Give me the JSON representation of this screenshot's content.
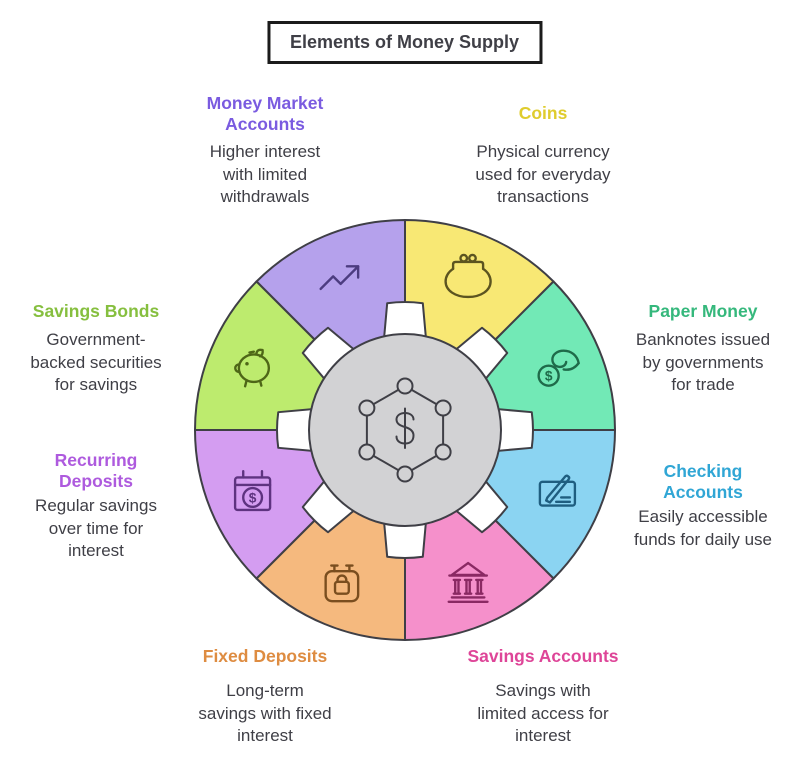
{
  "title": "Elements of Money Supply",
  "text_color": "#3f3f46",
  "outline_color": "#3f3f46",
  "center": {
    "icon": "dollar-network-icon",
    "symbol": "$",
    "fill_color": "#d2d2d4"
  },
  "segments": [
    {
      "id": "money-market-accounts",
      "label": "Money Market Accounts",
      "description": "Higher interest\nwith limited\nwithdrawals",
      "color": "#b5a1ec",
      "label_color": "#7a5be0",
      "icon_color": "#4c3c80",
      "icon": "trend-up-icon"
    },
    {
      "id": "coins",
      "label": "Coins",
      "description": "Physical currency\nused for everyday\ntransactions",
      "color": "#f8e874",
      "label_color": "#dfcc2d",
      "icon_color": "#5c5420",
      "icon": "coin-purse-icon"
    },
    {
      "id": "paper-money",
      "label": "Paper Money",
      "description": "Banknotes issued\nby governments\nfor trade",
      "color": "#72e9b6",
      "label_color": "#35b87c",
      "icon_color": "#1f6b4a",
      "icon": "hand-coin-icon"
    },
    {
      "id": "checking-accounts",
      "label": "Checking Accounts",
      "description": "Easily accessible\nfunds for daily use",
      "color": "#8bd4f2",
      "label_color": "#30a6d5",
      "icon_color": "#1f5e80",
      "icon": "cheque-pen-icon"
    },
    {
      "id": "savings-accounts",
      "label": "Savings Accounts",
      "description": "Savings with\nlimited access for\ninterest",
      "color": "#f590cb",
      "label_color": "#de4598",
      "icon_color": "#8a2963",
      "icon": "bank-icon"
    },
    {
      "id": "fixed-deposits",
      "label": "Fixed Deposits",
      "description": "Long-term\nsavings with fixed\ninterest",
      "color": "#f5b97e",
      "label_color": "#de8c41",
      "icon_color": "#7a4e1f",
      "icon": "safe-lock-icon"
    },
    {
      "id": "recurring-deposits",
      "label": "Recurring Deposits",
      "description": "Regular savings\nover time for\ninterest",
      "color": "#d49df1",
      "label_color": "#ae5ade",
      "icon_color": "#5e3380",
      "icon": "calendar-dollar-icon"
    },
    {
      "id": "savings-bonds",
      "label": "Savings Bonds",
      "description": "Government-\nbacked securities\nfor savings",
      "color": "#bdeb6e",
      "label_color": "#86bf3f",
      "icon_color": "#4e6617",
      "icon": "piggy-bank-icon"
    }
  ]
}
